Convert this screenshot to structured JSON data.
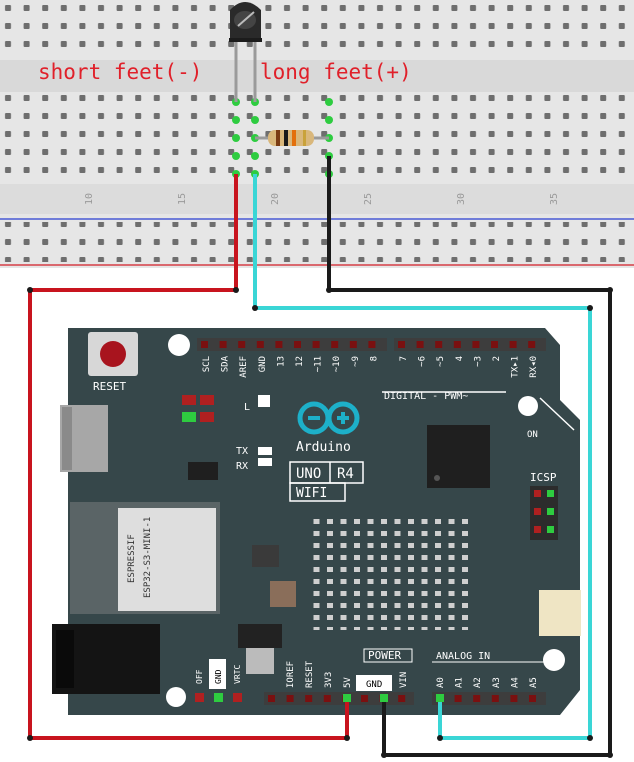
{
  "annotations": {
    "short_leg": "short feet(-)",
    "long_leg": "long feet(+)"
  },
  "breadboard": {
    "column_numbers": [
      "10",
      "15",
      "20",
      "25",
      "30",
      "35"
    ]
  },
  "board": {
    "reset_label": "RESET",
    "brand": "Arduino",
    "model": "UNO",
    "revision": "R4",
    "variant": "WIFI",
    "module_vendor": "ESPRESSIF",
    "module_name": "ESP32-S3-MINI-1",
    "digital_header_label": "DIGITAL - PWM~",
    "power_label": "POWER",
    "analog_label": "ANALOG IN",
    "icsp_label": "ICSP",
    "on_label": "ON",
    "l_label": "L",
    "tx_label": "TX",
    "rx_label": "RX",
    "top_pins": [
      "SCL",
      "SDA",
      "AREF",
      "GND",
      "13",
      "12",
      "~11",
      "~10",
      "~9",
      "8",
      "7",
      "~6",
      "~5",
      "4",
      "~3",
      "2",
      "TX▸1",
      "RX◂0"
    ],
    "power_pins": [
      "IOREF",
      "RESET",
      "3V3",
      "5V",
      "GND",
      "VIN"
    ],
    "analog_pins": [
      "A0",
      "A1",
      "A2",
      "A3",
      "A4",
      "A5"
    ],
    "left_pins": [
      "OFF",
      "GND",
      "VRTC"
    ]
  },
  "wires": {
    "colors": {
      "red": "#c8141e",
      "cyan": "#3ad6d6",
      "black": "#1a1a1a"
    }
  }
}
